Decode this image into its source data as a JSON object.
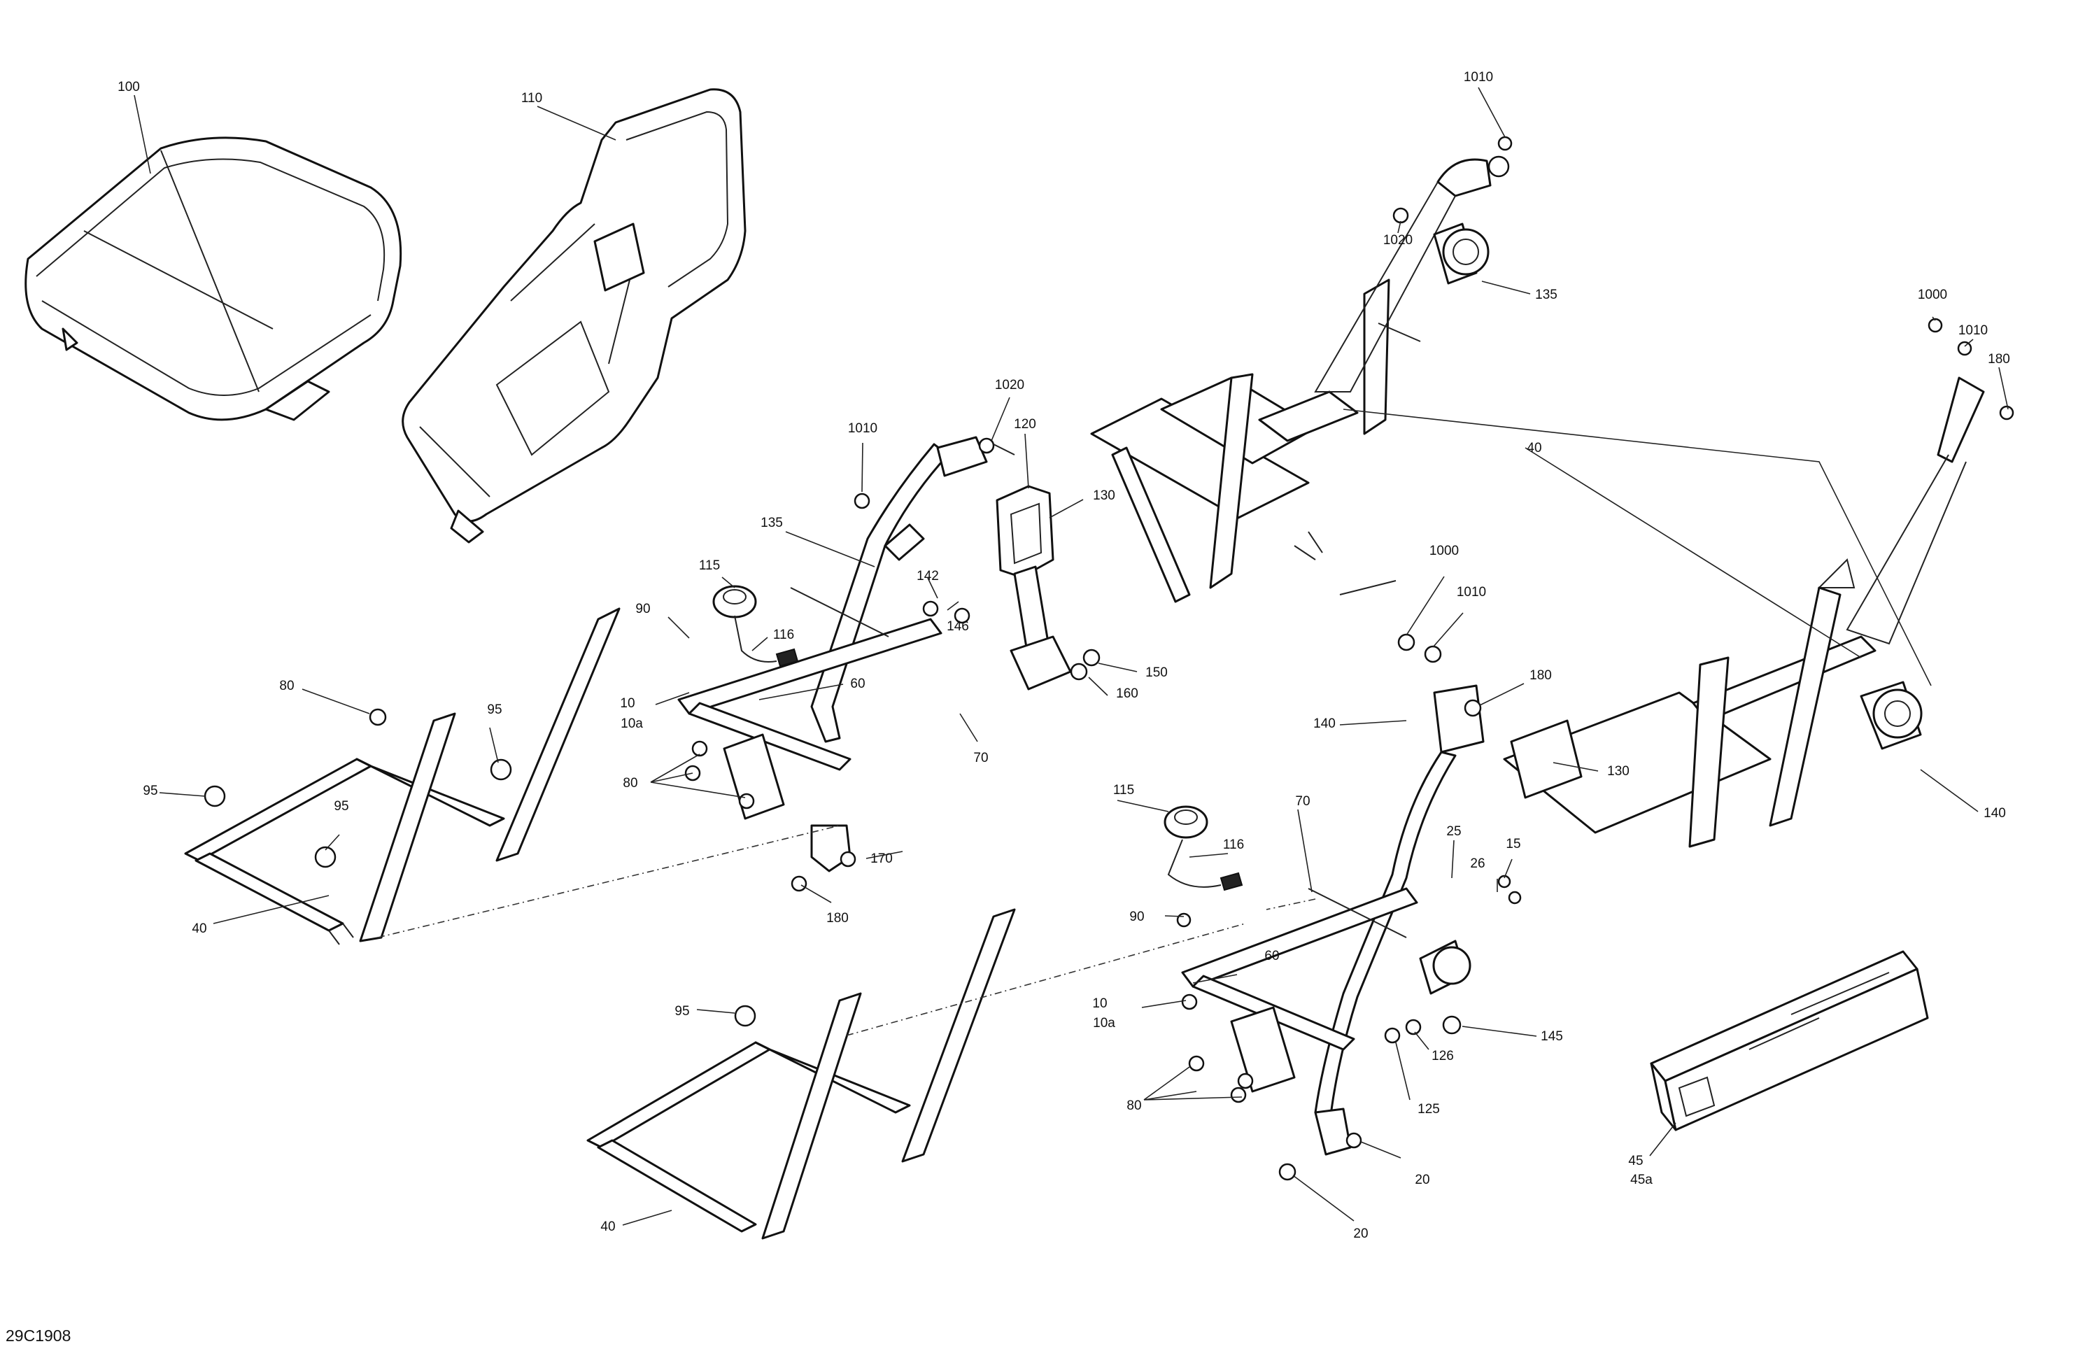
{
  "drawing_id": "29C1908",
  "callouts": [
    {
      "id": "c100",
      "text": "100"
    },
    {
      "id": "c110",
      "text": "110"
    },
    {
      "id": "c1010a",
      "text": "1010"
    },
    {
      "id": "c1020a",
      "text": "1020"
    },
    {
      "id": "c135a",
      "text": "135"
    },
    {
      "id": "c1000a",
      "text": "1000"
    },
    {
      "id": "c1010b",
      "text": "1010"
    },
    {
      "id": "c180a",
      "text": "180"
    },
    {
      "id": "c1020b",
      "text": "1020"
    },
    {
      "id": "c120",
      "text": "120"
    },
    {
      "id": "c1010c",
      "text": "1010"
    },
    {
      "id": "c130a",
      "text": "130"
    },
    {
      "id": "c40a",
      "text": "40"
    },
    {
      "id": "c135b",
      "text": "135"
    },
    {
      "id": "c142",
      "text": "142"
    },
    {
      "id": "c146",
      "text": "146"
    },
    {
      "id": "c115a",
      "text": "115"
    },
    {
      "id": "c116a",
      "text": "116"
    },
    {
      "id": "c90a",
      "text": "90"
    },
    {
      "id": "c150",
      "text": "150"
    },
    {
      "id": "c160",
      "text": "160"
    },
    {
      "id": "c1000b",
      "text": "1000"
    },
    {
      "id": "c1010d",
      "text": "1010"
    },
    {
      "id": "c180b",
      "text": "180"
    },
    {
      "id": "c80a",
      "text": "80"
    },
    {
      "id": "c60a",
      "text": "60"
    },
    {
      "id": "c10a",
      "text": "10"
    },
    {
      "id": "c10aa",
      "text": "10a"
    },
    {
      "id": "c95a",
      "text": "95"
    },
    {
      "id": "c70a",
      "text": "70"
    },
    {
      "id": "c140a",
      "text": "140"
    },
    {
      "id": "c130b",
      "text": "130"
    },
    {
      "id": "c80b",
      "text": "80"
    },
    {
      "id": "c95b",
      "text": "95"
    },
    {
      "id": "c95c",
      "text": "95"
    },
    {
      "id": "c115b",
      "text": "115"
    },
    {
      "id": "c70b",
      "text": "70"
    },
    {
      "id": "c170",
      "text": "170"
    },
    {
      "id": "c40b",
      "text": "40"
    },
    {
      "id": "c180c",
      "text": "180"
    },
    {
      "id": "c116b",
      "text": "116"
    },
    {
      "id": "c25",
      "text": "25"
    },
    {
      "id": "c15",
      "text": "15"
    },
    {
      "id": "c26",
      "text": "26"
    },
    {
      "id": "c140b",
      "text": "140"
    },
    {
      "id": "c90b",
      "text": "90"
    },
    {
      "id": "c60b",
      "text": "60"
    },
    {
      "id": "c95d",
      "text": "95"
    },
    {
      "id": "c10b",
      "text": "10"
    },
    {
      "id": "c10ab",
      "text": "10a"
    },
    {
      "id": "c145",
      "text": "145"
    },
    {
      "id": "c126",
      "text": "126"
    },
    {
      "id": "c80c",
      "text": "80"
    },
    {
      "id": "c125",
      "text": "125"
    },
    {
      "id": "c20a",
      "text": "20"
    },
    {
      "id": "c45",
      "text": "45"
    },
    {
      "id": "c45a",
      "text": "45a"
    },
    {
      "id": "c40c",
      "text": "40"
    },
    {
      "id": "c20b",
      "text": "20"
    }
  ]
}
